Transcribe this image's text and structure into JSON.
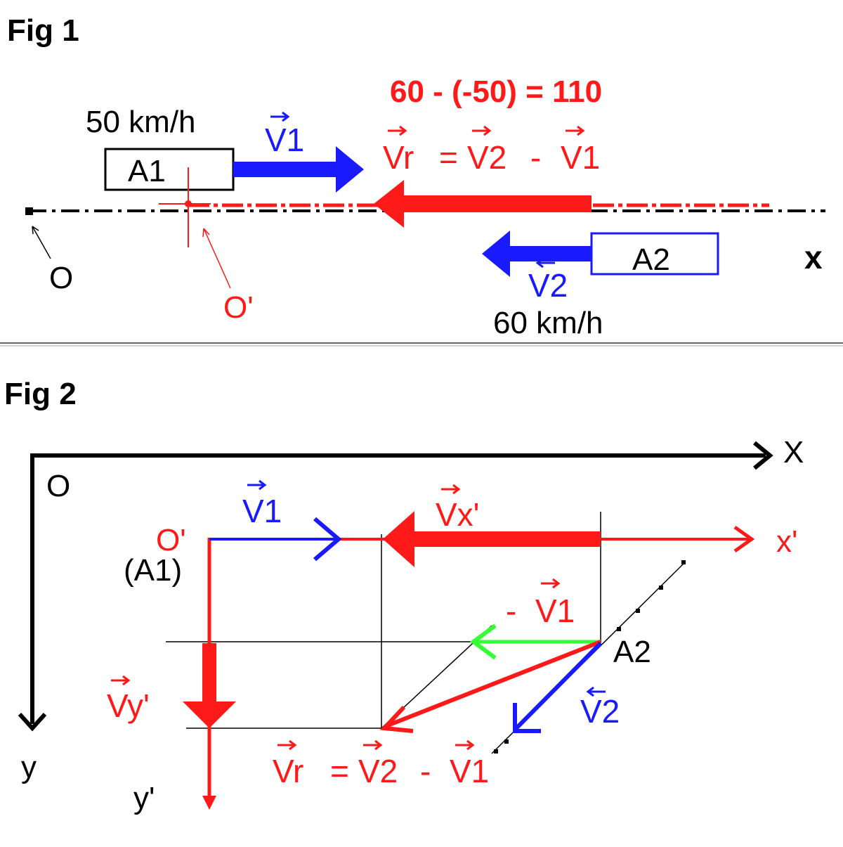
{
  "fig1": {
    "title": "Fig 1",
    "equation": "60 - (-50) = 110",
    "a1_speed": "50 km/h",
    "a2_speed": "60 km/h",
    "v1": "V1",
    "v2": "V2",
    "vr_formula": {
      "lhs": "Vr",
      "eq": "=",
      "a": "V2",
      "minus": "-",
      "b": "V1"
    },
    "car1": "A1",
    "car2": "A2",
    "origin": "O",
    "origin_prime": "O'",
    "axis_x": "x"
  },
  "fig2": {
    "title": "Fig 2",
    "origin": "O",
    "axis_x": "X",
    "axis_y": "y",
    "origin_prime": "O'",
    "a1": "(A1)",
    "v1": "V1",
    "vx": "Vx'",
    "axis_x_prime": "x'",
    "minus_v1": {
      "sign": "-",
      "v": "V1"
    },
    "a2": "A2",
    "v2": "V2",
    "vy": "Vy'",
    "axis_y_prime": "y'",
    "vr_formula": {
      "lhs": "Vr",
      "eq": "=",
      "a": "V2",
      "minus": "-",
      "b": "V1"
    }
  },
  "colors": {
    "red": "#ff1a1a",
    "blue": "#1a1aff",
    "green": "#33ff33",
    "black": "#000000"
  }
}
